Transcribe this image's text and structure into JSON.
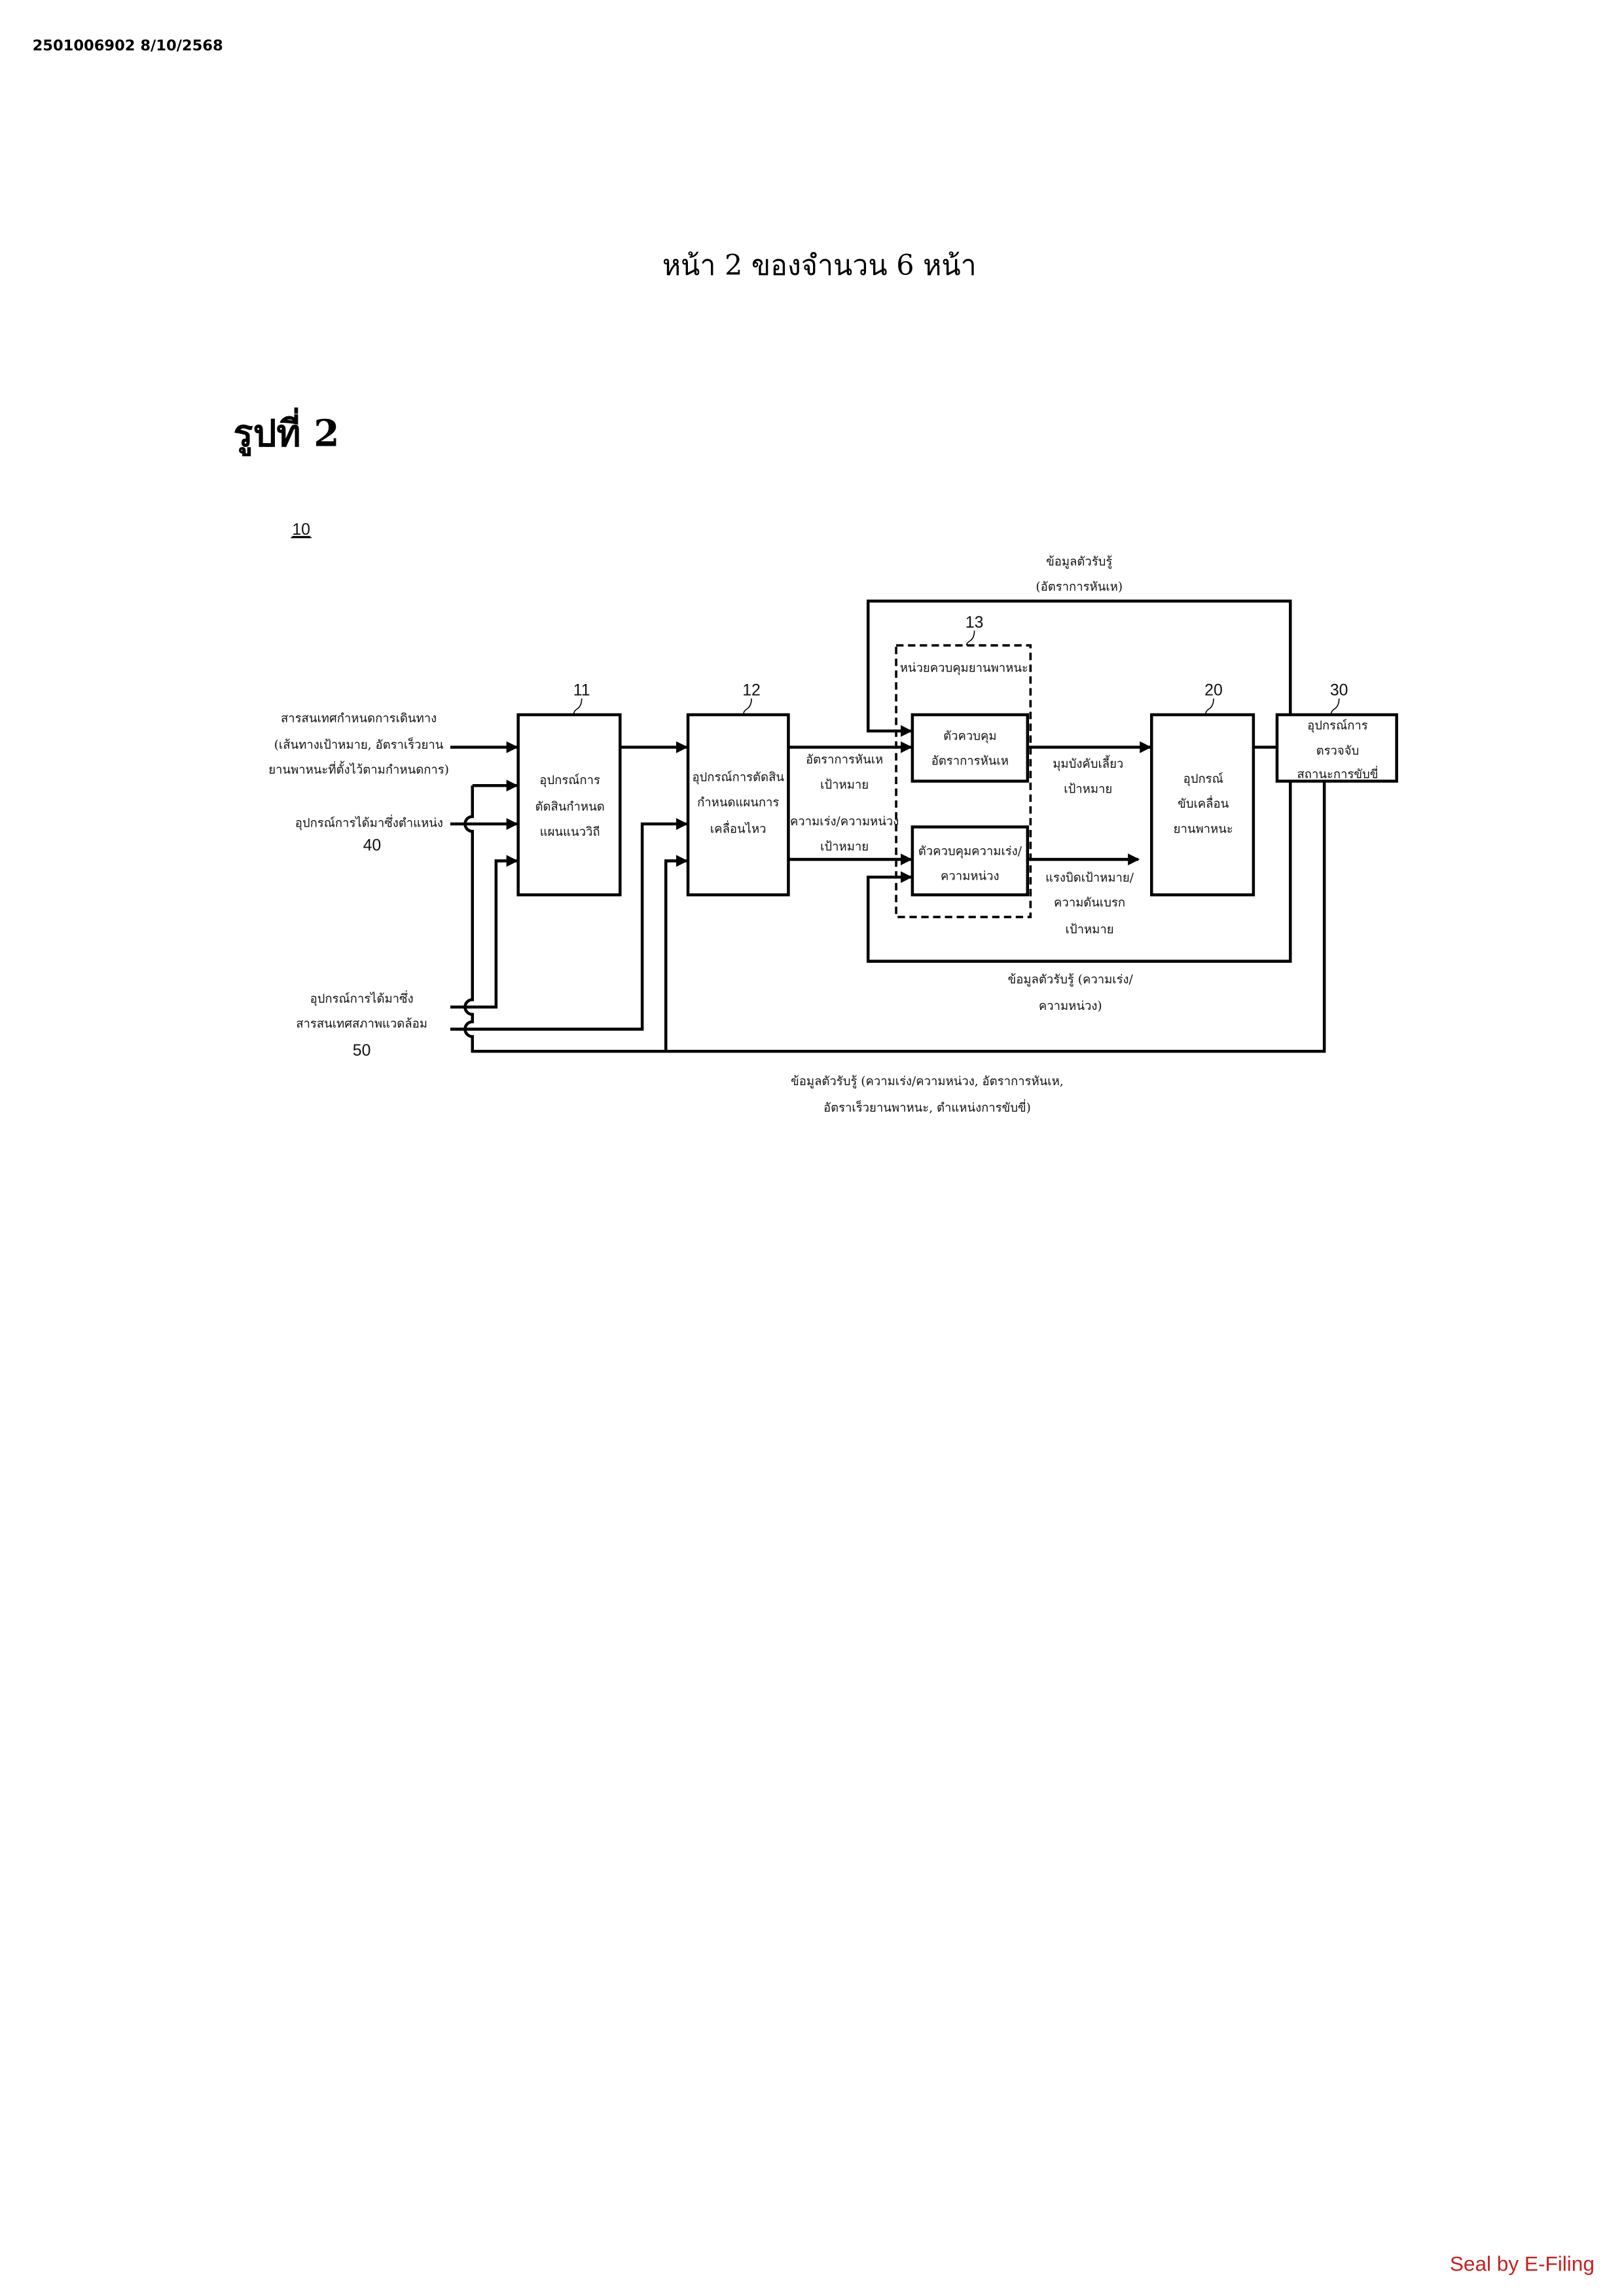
{
  "header": {
    "doc_id": "2501006902 8/10/2568"
  },
  "page_title": "หน้า 2 ของจำนวน 6 หน้า",
  "figure_title": "รูปที่ 2",
  "diagram": {
    "ref_system": "10",
    "inputs": {
      "route_info": [
        "สารสนเทศกำหนดการเดินทาง",
        "(เส้นทางเป้าหมาย, อัตราเร็วยาน",
        "ยานพาหนะที่ตั้งไว้ตามกำหนดการ)"
      ],
      "position_device": "อุปกรณ์การได้มาซึ่งตำแหน่ง",
      "position_ref": "40",
      "env_device": [
        "อุปกรณ์การได้มาซึ่ง",
        "สารสนเทศสภาพแวดล้อม"
      ],
      "env_ref": "50"
    },
    "box11": {
      "ref": "11",
      "lines": [
        "อุปกรณ์การ",
        "ตัดสินกำหนด",
        "แผนแนววิถี"
      ]
    },
    "box12": {
      "ref": "12",
      "lines": [
        "อุปกรณ์การตัดสิน",
        "กำหนดแผนการ",
        "เคลื่อนไหว"
      ]
    },
    "signals12": {
      "yaw": [
        "อัตราการหันเห",
        "เป้าหมาย"
      ],
      "accel": [
        "ความเร่ง/ความหน่วง",
        "เป้าหมาย"
      ]
    },
    "unit13": {
      "ref": "13",
      "label": "หน่วยควบคุมยานพาหนะ"
    },
    "yaw_controller": [
      "ตัวควบคุม",
      "อัตราการหันเห"
    ],
    "accel_controller": [
      "ตัวควบคุมความเร่ง/",
      "ความหน่วง"
    ],
    "steer_signal": [
      "มุมบังคับเลี้ยว",
      "เป้าหมาย"
    ],
    "torque_signal": [
      "แรงบิดเป้าหมาย/",
      "ความดันเบรก",
      "เป้าหมาย"
    ],
    "box20": {
      "ref": "20",
      "lines": [
        "อุปกรณ์",
        "ขับเคลื่อน",
        "ยานพาหนะ"
      ]
    },
    "box30": {
      "ref": "30",
      "lines": [
        "อุปกรณ์การ",
        "ตรวจจับ",
        "สถานะการขับขี่"
      ]
    },
    "feedback_top": [
      "ข้อมูลตัวรับรู้",
      "(อัตราการหันเห)"
    ],
    "feedback_mid": [
      "ข้อมูลตัวรับรู้ (ความเร่ง/",
      "ความหน่วง)"
    ],
    "feedback_bottom": [
      "ข้อมูลตัวรับรู้ (ความเร่ง/ความหน่วง, อัตราการหันเห,",
      "อัตราเร็วยานพาหนะ, ตำแหน่งการขับขี่)"
    ]
  },
  "seal": "Seal by E-Filing",
  "colors": {
    "seal": "#c8201e",
    "ink": "#000000"
  }
}
